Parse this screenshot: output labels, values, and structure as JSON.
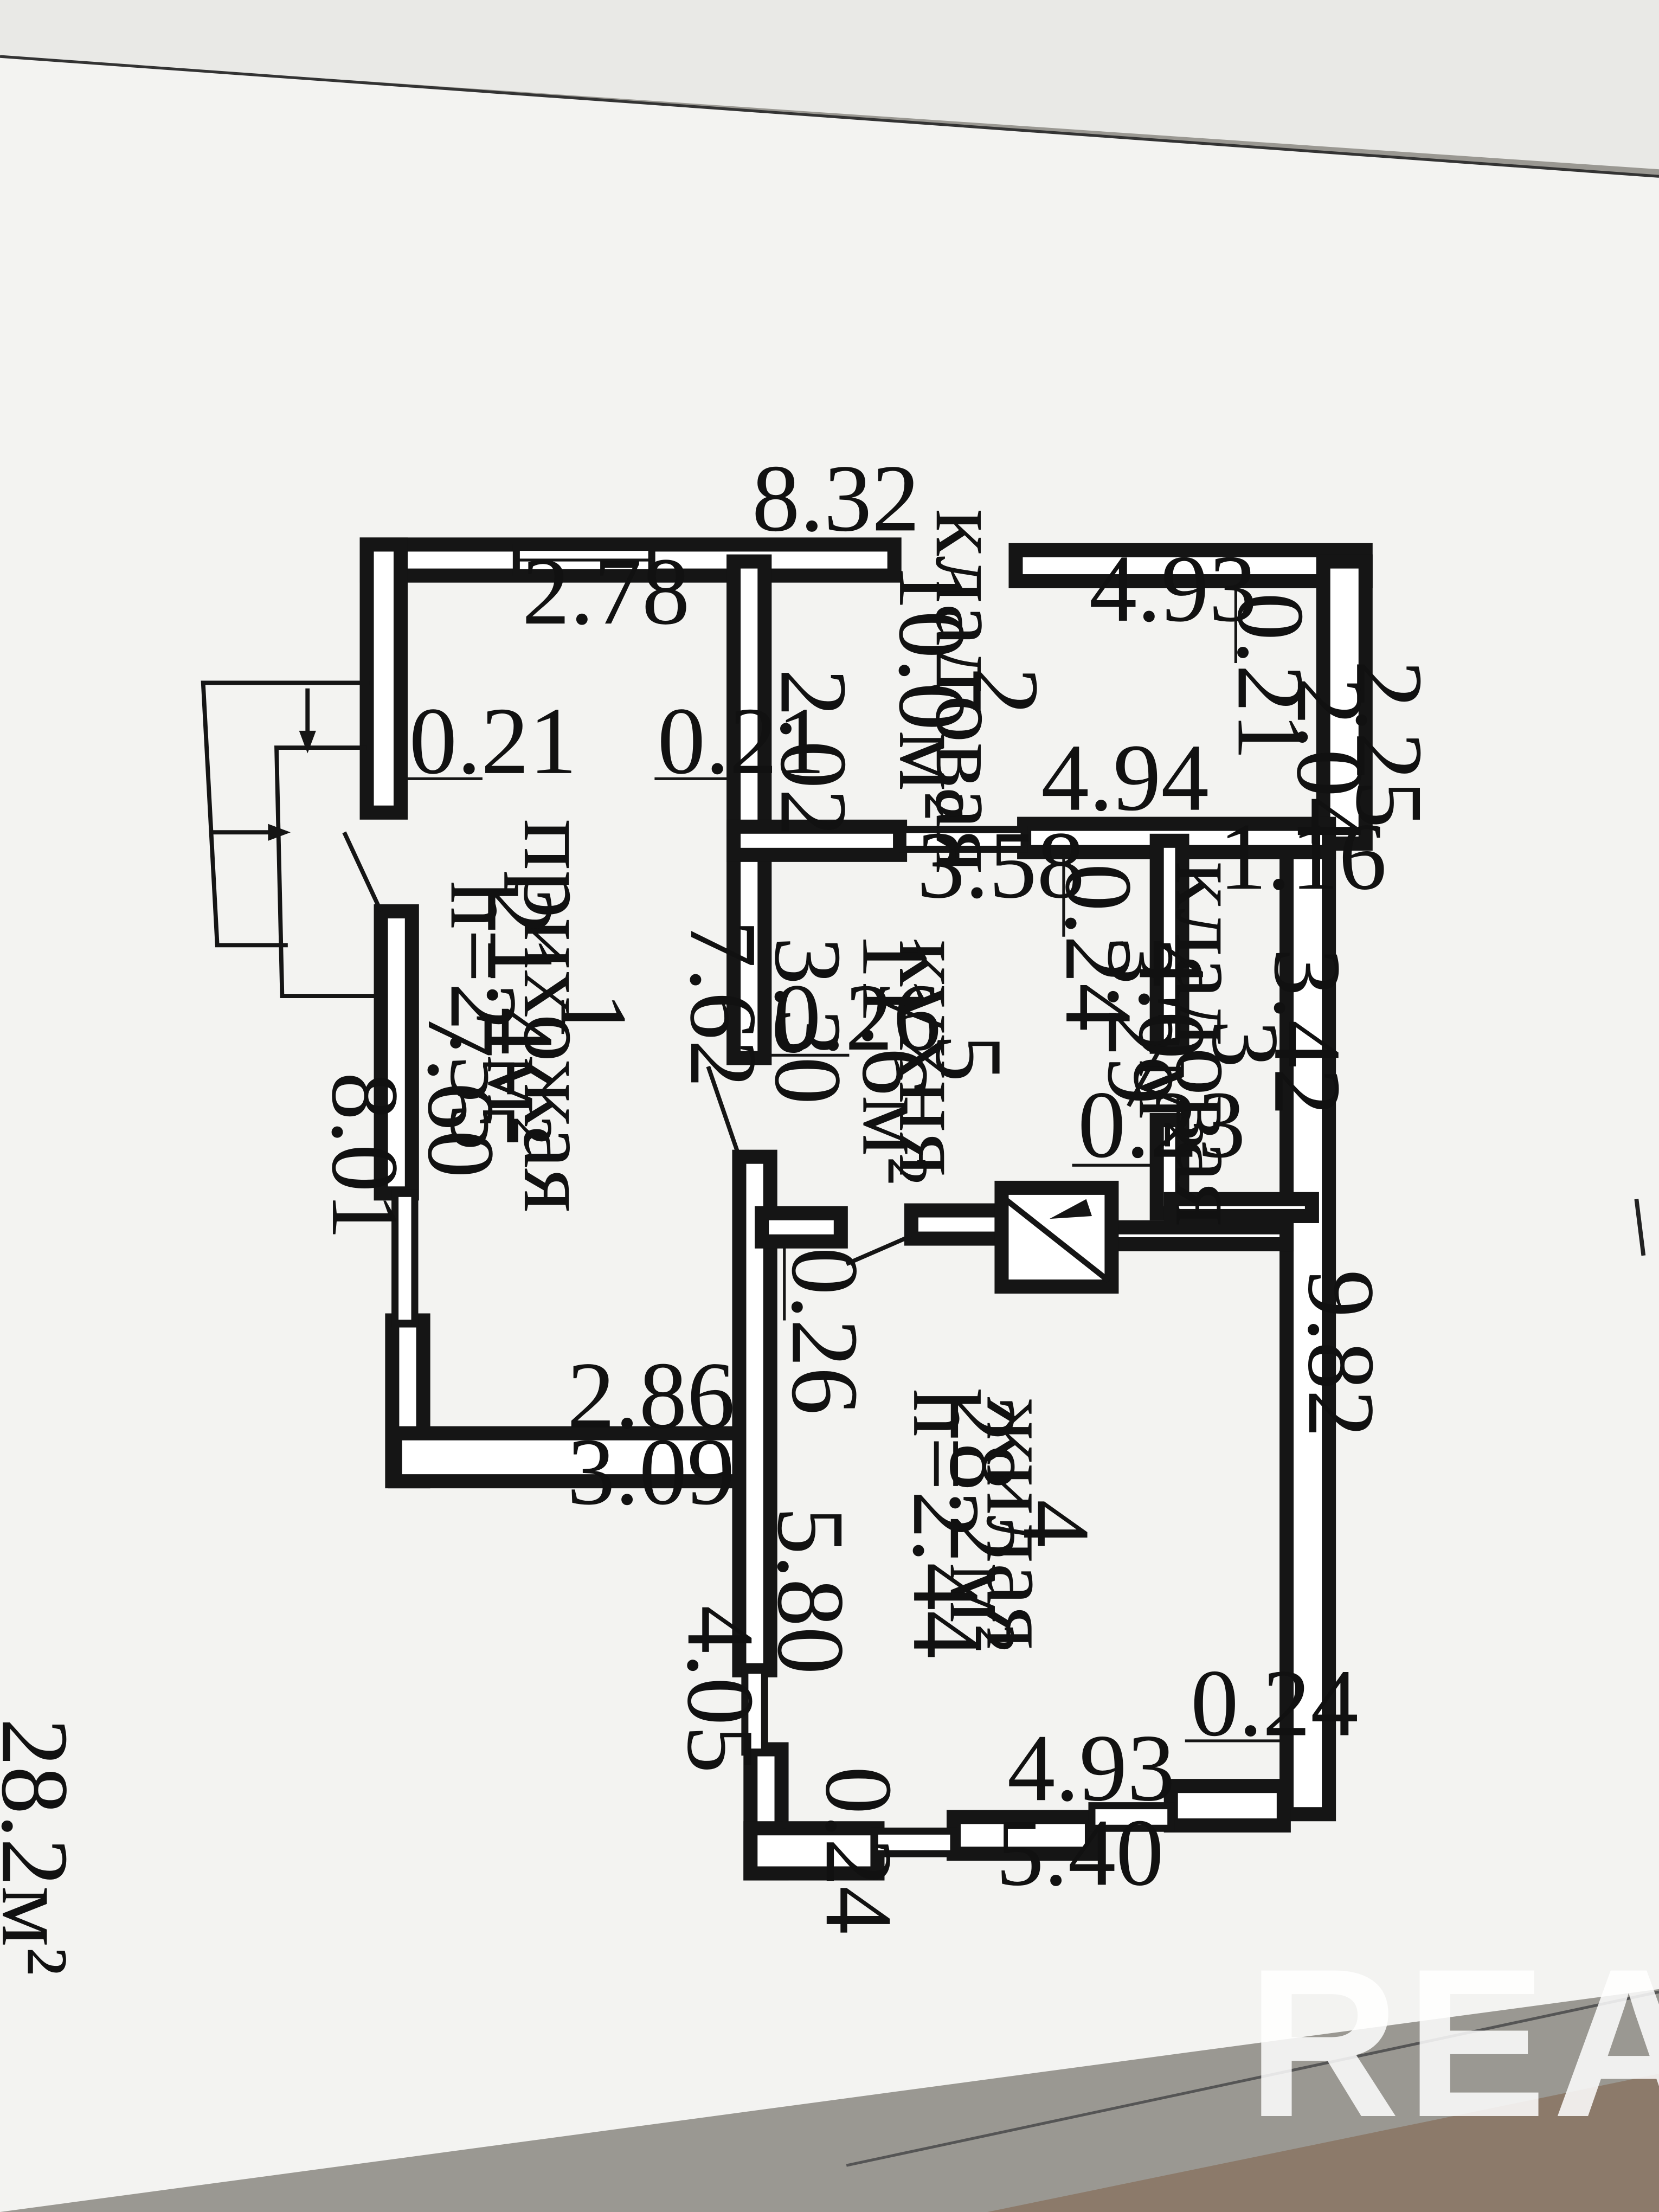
{
  "plan": {
    "overall_top": "8.32",
    "overall_left": "8.01",
    "overall_right": "9.82",
    "right_upper": "2.25",
    "bottom_mid": "4.05",
    "rooms": [
      {
        "number": "1",
        "name": "прихожая",
        "area": "21.4м²",
        "height": "h=2.55"
      },
      {
        "number": "2",
        "name": "кладовая",
        "area": "10.0м²"
      },
      {
        "number": "3",
        "name": "кладовая",
        "area": "4.0м²"
      },
      {
        "number": "4",
        "name": "жилая",
        "area": "28.2м²",
        "height": "h=2.44"
      },
      {
        "number": "5",
        "name": "кухня",
        "area": "11.6м²"
      }
    ],
    "dims": {
      "d_278": "2.78",
      "d_021_left": "0.21",
      "d_021_mid": "0.21",
      "d_760": "7.60",
      "d_762": "7.62",
      "d_286": "2.86",
      "d_309": "3.09",
      "d_202": "2.02",
      "d_493_top": "4.93",
      "d_021_right": "0.21",
      "d_204": "2.04",
      "d_494": "4.94",
      "d_358": "3.58",
      "d_024_top": "0.24",
      "d_330": "3.30",
      "d_026_kitchen": "0.26",
      "d_329": "3.29",
      "d_116": "1.16",
      "d_342": "3.42",
      "d_023": "0.23",
      "d_026_living": "0.26",
      "d_580": "5.80",
      "d_024_right": "0.24",
      "d_024_bottom": "0.24",
      "d_493_bottom": "4.93",
      "d_540": "5.40"
    },
    "fragment_text": "28.2м²"
  },
  "watermark": "REALT",
  "colors": {
    "paper": "#f3f3f1",
    "line": "#151515",
    "background": "#9a9892"
  }
}
